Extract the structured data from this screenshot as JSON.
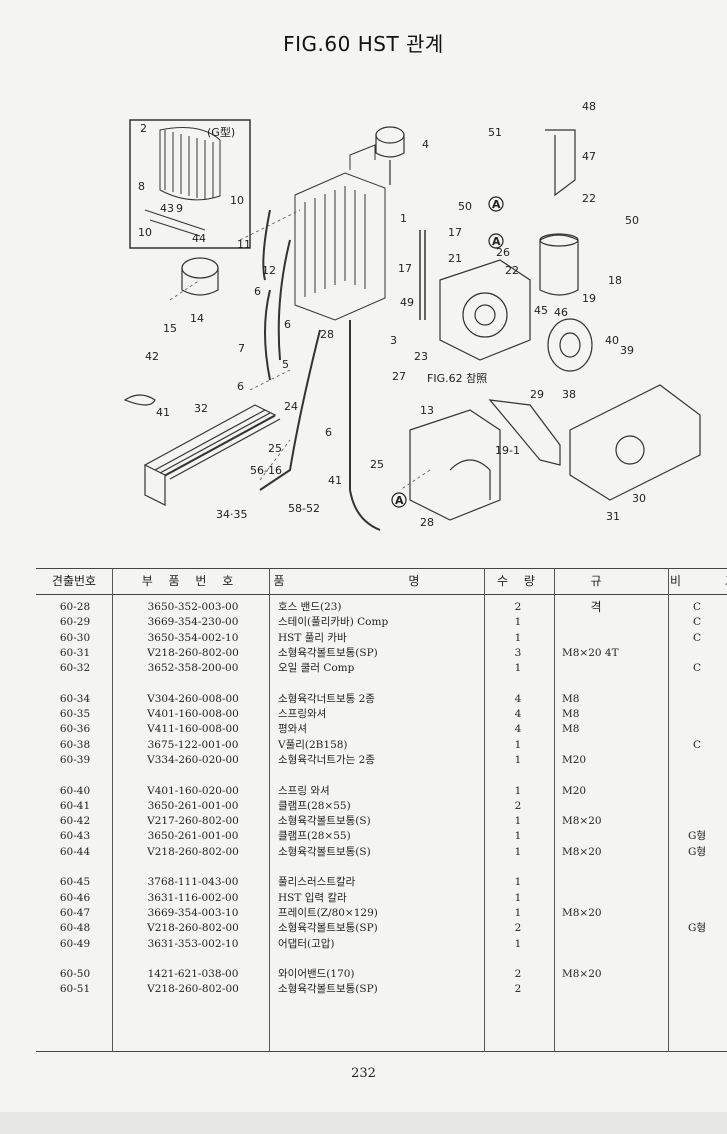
{
  "title": "FIG.60 HST 관계",
  "diagram": {
    "callouts": [
      "48",
      "51",
      "47",
      "4",
      "2",
      "(G型)",
      "8",
      "43",
      "9",
      "10",
      "10",
      "44",
      "1",
      "22",
      "50",
      "50",
      "17",
      "26",
      "21",
      "22",
      "17",
      "11",
      "12",
      "14",
      "15",
      "6",
      "18",
      "19",
      "49",
      "45",
      "46",
      "6",
      "28",
      "3",
      "42",
      "23",
      "40",
      "39",
      "7",
      "5",
      "6",
      "27",
      "FIG.62 참照",
      "38",
      "41",
      "32",
      "24",
      "6",
      "13",
      "29",
      "25",
      "19-1",
      "25",
      "56-16",
      "41",
      "30",
      "34·35",
      "58-52",
      "28",
      "31"
    ],
    "circle_markers": [
      "A",
      "A",
      "A"
    ]
  },
  "table": {
    "headers": [
      "견출번호",
      "부 품 번 호",
      "품 명",
      "수 량",
      "규 격",
      "비 고"
    ],
    "groups": [
      [
        {
          "ref": "60-28",
          "part": "3650-352-003-00",
          "name": "호스 밴드(23)",
          "qty": "2",
          "spec": "",
          "note": "C"
        },
        {
          "ref": "60-29",
          "part": "3669-354-230-00",
          "name": "스테이(풀리카바) Comp",
          "qty": "1",
          "spec": "",
          "note": "C"
        },
        {
          "ref": "60-30",
          "part": "3650-354-002-10",
          "name": "HST 풀리 카바",
          "qty": "1",
          "spec": "",
          "note": "C"
        },
        {
          "ref": "60-31",
          "part": "V218-260-802-00",
          "name": "소형육각볼트보통(SP)",
          "qty": "3",
          "spec": "M8×20 4T",
          "note": ""
        },
        {
          "ref": "60-32",
          "part": "3652-358-200-00",
          "name": "오일 쿨러 Comp",
          "qty": "1",
          "spec": "",
          "note": "C"
        }
      ],
      [
        {
          "ref": "60-34",
          "part": "V304-260-008-00",
          "name": "소형육각너트보통 2종",
          "qty": "4",
          "spec": "M8",
          "note": ""
        },
        {
          "ref": "60-35",
          "part": "V401-160-008-00",
          "name": "스프링와셔",
          "qty": "4",
          "spec": "M8",
          "note": ""
        },
        {
          "ref": "60-36",
          "part": "V411-160-008-00",
          "name": "평와셔",
          "qty": "4",
          "spec": "M8",
          "note": ""
        },
        {
          "ref": "60-38",
          "part": "3675-122-001-00",
          "name": "V풀리(2B158)",
          "qty": "1",
          "spec": "",
          "note": "C"
        },
        {
          "ref": "60-39",
          "part": "V334-260-020-00",
          "name": "소형육각너트가는 2종",
          "qty": "1",
          "spec": "M20",
          "note": ""
        }
      ],
      [
        {
          "ref": "60-40",
          "part": "V401-160-020-00",
          "name": "스프링 와셔",
          "qty": "1",
          "spec": "M20",
          "note": ""
        },
        {
          "ref": "60-41",
          "part": "3650-261-001-00",
          "name": "클램프(28×55)",
          "qty": "2",
          "spec": "",
          "note": ""
        },
        {
          "ref": "60-42",
          "part": "V217-260-802-00",
          "name": "소형육각볼트보통(S)",
          "qty": "1",
          "spec": "M8×20",
          "note": ""
        },
        {
          "ref": "60-43",
          "part": "3650-261-001-00",
          "name": "클램프(28×55)",
          "qty": "1",
          "spec": "",
          "note": "G형"
        },
        {
          "ref": "60-44",
          "part": "V218-260-802-00",
          "name": "소형육각볼트보통(S)",
          "qty": "1",
          "spec": "M8×20",
          "note": "G형"
        }
      ],
      [
        {
          "ref": "60-45",
          "part": "3768-111-043-00",
          "name": "풀리스러스트칼라",
          "qty": "1",
          "spec": "",
          "note": ""
        },
        {
          "ref": "60-46",
          "part": "3631-116-002-00",
          "name": "HST 입력 칼라",
          "qty": "1",
          "spec": "",
          "note": ""
        },
        {
          "ref": "60-47",
          "part": "3669-354-003-10",
          "name": "프레이트(Z/80×129)",
          "qty": "1",
          "spec": "M8×20",
          "note": ""
        },
        {
          "ref": "60-48",
          "part": "V218-260-802-00",
          "name": "소형육각볼트보통(SP)",
          "qty": "2",
          "spec": "",
          "note": "G형"
        },
        {
          "ref": "60-49",
          "part": "3631-353-002-10",
          "name": "어댑터(고압)",
          "qty": "1",
          "spec": "",
          "note": ""
        }
      ],
      [
        {
          "ref": "60-50",
          "part": "1421-621-038-00",
          "name": "와이어밴드(170)",
          "qty": "2",
          "spec": "M8×20",
          "note": ""
        },
        {
          "ref": "60-51",
          "part": "V218-260-802-00",
          "name": "소형육각볼트보통(SP)",
          "qty": "2",
          "spec": "",
          "note": ""
        }
      ]
    ]
  },
  "page_number": "232"
}
